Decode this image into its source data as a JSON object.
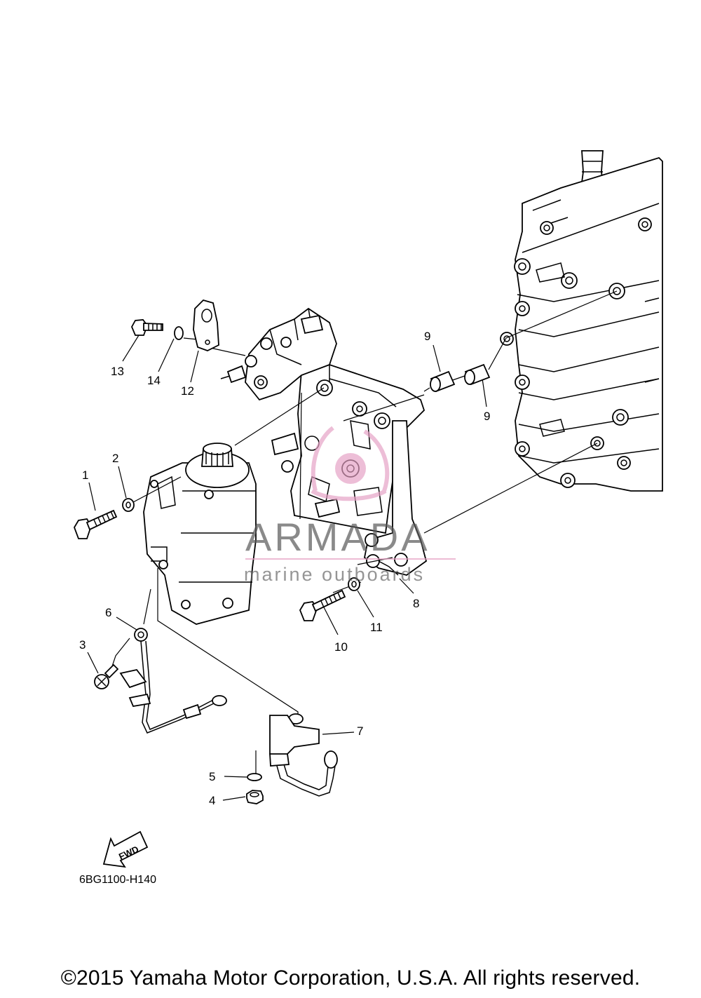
{
  "diagram_code": "6BG1100-H140",
  "copyright": "©2015 Yamaha Motor Corporation, U.S.A. All rights reserved.",
  "fwd_label": "FWD",
  "watermark": {
    "brand": "ARMADA",
    "tagline": "marine outboards",
    "color": "#e6a0c4"
  },
  "callouts": {
    "c1": "1",
    "c2": "2",
    "c3": "3",
    "c4": "4",
    "c5": "5",
    "c6": "6",
    "c7": "7",
    "c8": "8",
    "c9a": "9",
    "c9b": "9",
    "c10": "10",
    "c11": "11",
    "c12": "12",
    "c13": "13",
    "c14": "14"
  }
}
